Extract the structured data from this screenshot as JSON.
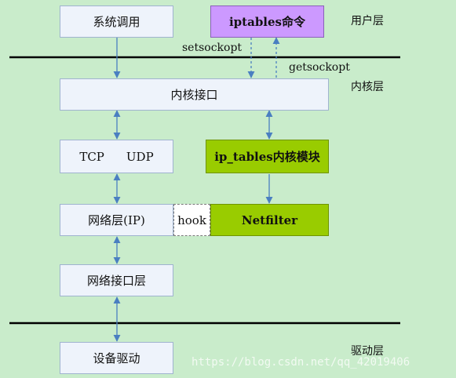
{
  "boxes": {
    "syscall": "系统调用",
    "iptables_cmd": "iptables命令",
    "kernel_interface": "内核接口",
    "tcp": "TCP",
    "udp": "UDP",
    "ip_tables_module": "ip_tables内核模块",
    "network_layer": "网络层(IP)",
    "hook": "hook",
    "netfilter": "Netfilter",
    "net_interface_layer": "网络接口层",
    "device_driver": "设备驱动"
  },
  "calls": {
    "setsockopt": "setsockopt",
    "getsockopt": "getsockopt"
  },
  "layers": {
    "user": "用户层",
    "kernel": "内核层",
    "driver": "驱动层"
  },
  "watermark": "https://blog.csdn.net/qq_42019406",
  "colors": {
    "background": "#c9eccb",
    "plain_box": "#eef3fb",
    "purple_box": "#cc99ff",
    "green_box": "#99cc00",
    "arrow": "#4a7fc1"
  }
}
